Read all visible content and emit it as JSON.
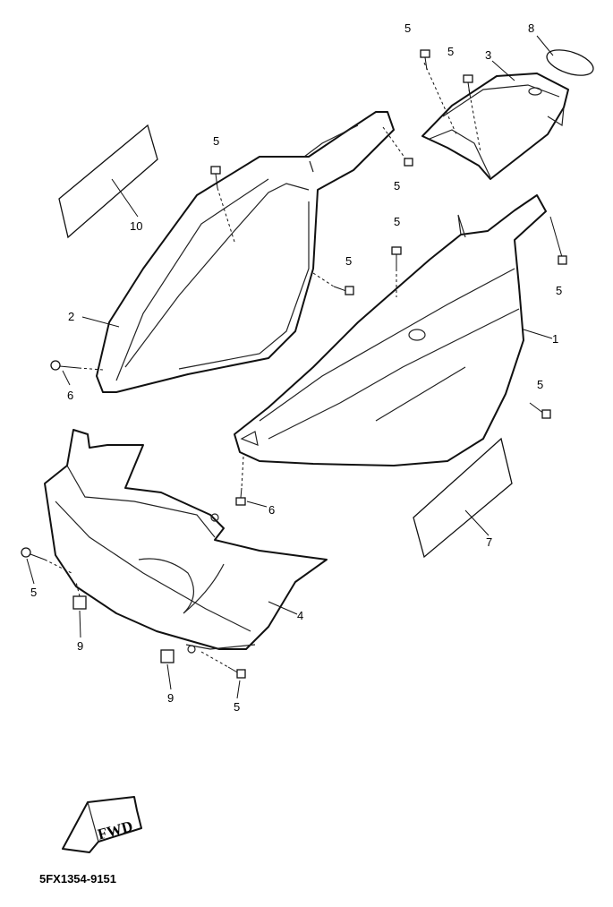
{
  "callouts": {
    "p1": "1",
    "p2": "2",
    "p3": "3",
    "p4": "4",
    "p5": "5",
    "p6": "6",
    "p7": "7",
    "p8": "8",
    "p9": "9",
    "p10": "10"
  },
  "fwd_label": "FWD",
  "diagram_code": "5FX1354-9151"
}
